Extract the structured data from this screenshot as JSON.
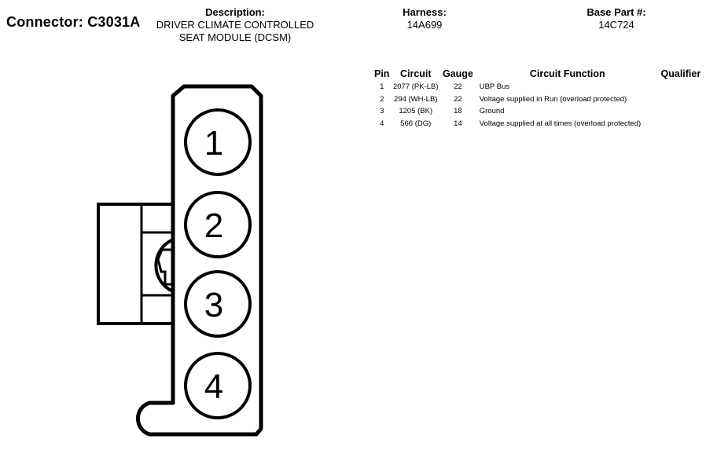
{
  "header": {
    "connector_title": "Connector: C3031A",
    "description_label": "Description:",
    "description_line1": "DRIVER CLIMATE CONTROLLED",
    "description_line2": "SEAT MODULE (DCSM)",
    "harness_label": "Harness:",
    "harness_value": "14A699",
    "base_part_label": "Base Part #:",
    "base_part_value": "14C724"
  },
  "table": {
    "columns": {
      "pin": "Pin",
      "circuit": "Circuit",
      "gauge": "Gauge",
      "function": "Circuit Function",
      "qualifier": "Qualifier"
    },
    "rows": [
      {
        "pin": "1",
        "circuit": "2077 (PK-LB)",
        "gauge": "22",
        "function": "UBP Bus",
        "qualifier": ""
      },
      {
        "pin": "2",
        "circuit": "294 (WH-LB)",
        "gauge": "22",
        "function": "Voltage supplied in Run (overload protected)",
        "qualifier": ""
      },
      {
        "pin": "3",
        "circuit": "1205 (BK)",
        "gauge": "18",
        "function": "Ground",
        "qualifier": ""
      },
      {
        "pin": "4",
        "circuit": "566 (DG)",
        "gauge": "14",
        "function": "Voltage supplied at all times (overload protected)",
        "qualifier": ""
      }
    ]
  },
  "connector": {
    "pin_labels": [
      "1",
      "2",
      "3",
      "4"
    ]
  }
}
